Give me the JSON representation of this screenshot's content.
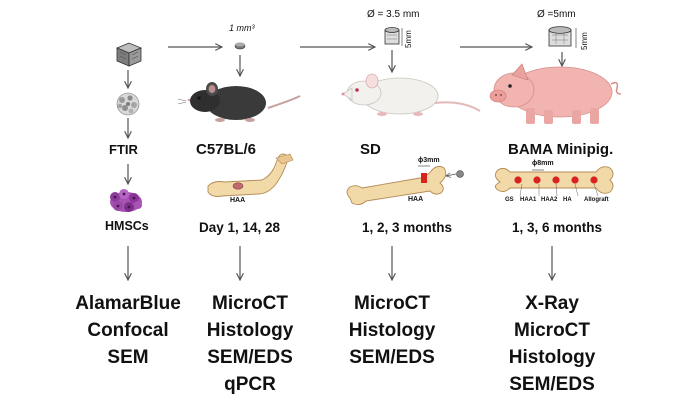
{
  "columns": [
    {
      "id": "invitro",
      "label": "FTIR",
      "cells_label": "HMSCs",
      "methods": [
        "AlamarBlue",
        "Confocal",
        "SEM"
      ]
    },
    {
      "id": "mouse",
      "label": "C57BL/6",
      "sample_size": "1 mm³",
      "implant_label": "HAA",
      "timepoints": "Day 1, 14, 28",
      "methods": [
        "MicroCT",
        "Histology",
        "SEM/EDS",
        "qPCR"
      ]
    },
    {
      "id": "rat",
      "label": "SD",
      "sample_diameter": "Ø = 3.5 mm",
      "sample_height": "5mm",
      "defect_size": "ϕ3mm",
      "implant_label": "HAA",
      "timepoints": "1, 2, 3 months",
      "methods": [
        "MicroCT",
        "Histology",
        "SEM/EDS"
      ]
    },
    {
      "id": "minipig",
      "label": "BAMA Minipig.",
      "sample_diameter": "Ø =5mm",
      "sample_height": "5mm",
      "defect_size": "ϕ8mm",
      "implant_groups": [
        "GS",
        "HAA1",
        "HAA2",
        "HA",
        "Allograft"
      ],
      "timepoints": "1, 3, 6 months",
      "methods": [
        "X-Ray",
        "MicroCT",
        "Histology",
        "SEM/EDS"
      ]
    }
  ],
  "colors": {
    "line": "#555555",
    "mouse_fur": "#3a3a3a",
    "rat_fur": "#f3f1ee",
    "pig_skin": "#f2b4b0",
    "bone": "#f1d9a8",
    "defect_red": "#d9231f",
    "cells_purple": "#8e3c9b"
  }
}
